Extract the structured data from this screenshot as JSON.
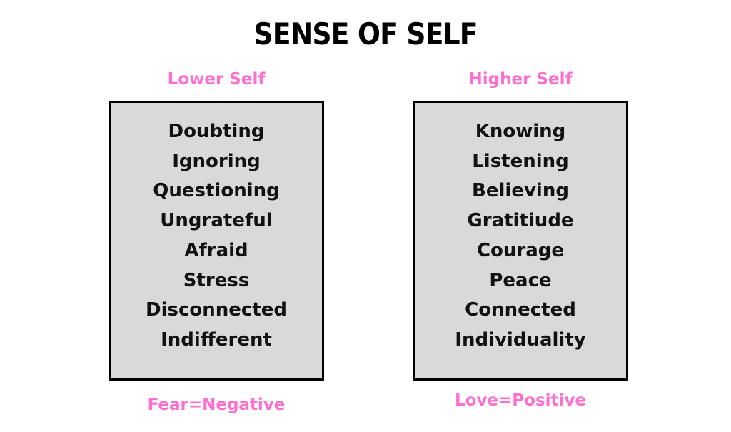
{
  "title": "SENSE OF SELF",
  "colors": {
    "accent": "#ff6fcf",
    "box_fill": "#d9d9d9",
    "box_border": "#000000",
    "text": "#111111"
  },
  "left": {
    "heading": "Lower Self",
    "items": [
      "Doubting",
      "Ignoring",
      "Questioning",
      "Ungrateful",
      "Afraid",
      "Stress",
      "Disconnected",
      "Indifferent"
    ],
    "footer": "Fear=Negative"
  },
  "right": {
    "heading": "Higher Self",
    "items": [
      "Knowing",
      "Listening",
      "Believing",
      "Gratitiude",
      "Courage",
      "Peace",
      "Connected",
      "Individuality"
    ],
    "footer": "Love=Positive"
  }
}
